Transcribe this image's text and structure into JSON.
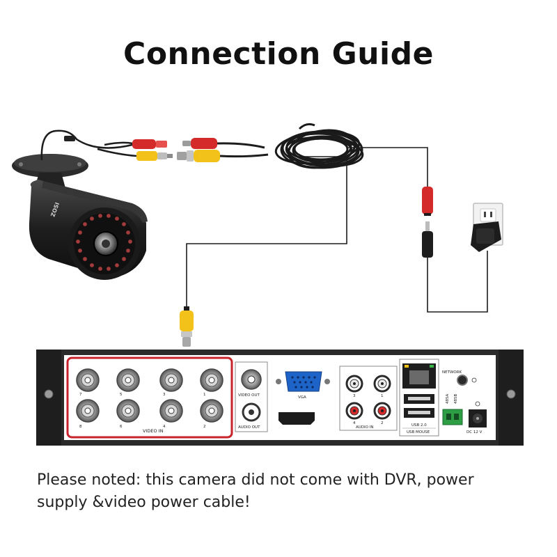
{
  "title": "Connection Guide",
  "note": {
    "line1": "Please noted: this camera did not come with DVR, power",
    "line2": "supply &video power cable!"
  },
  "camera": {
    "brand": "ZOSI"
  },
  "dvr": {
    "video_in_label": "VIDEO IN",
    "video_in_channels_top": [
      "7",
      "5",
      "3",
      "1"
    ],
    "video_in_channels_bottom": [
      "8",
      "6",
      "4",
      "2"
    ],
    "video_out_label": "VIDEO OUT",
    "audio_out_label": "AUDIO OUT",
    "vga_label": "VGA",
    "audio_in_label": "AUDIO IN",
    "audio_in_channels_top": [
      "3",
      "1"
    ],
    "audio_in_channels_bottom": [
      "4",
      "2"
    ],
    "network_label": "NETWORK",
    "usb_label": "USB 2.0",
    "usb_mouse_label": "USB MOUSE",
    "rs485_a_label": "485A",
    "rs485_b_label": "485B",
    "dc_label": "DC 12 V"
  },
  "colors": {
    "highlight": "#c8232c",
    "bnc_yellow": "#f2c21a",
    "dc_red": "#d42a2a",
    "dvr_body": "#2a2a2a",
    "dvr_panel": "#ffffff",
    "cable": "#1c1c1c"
  }
}
